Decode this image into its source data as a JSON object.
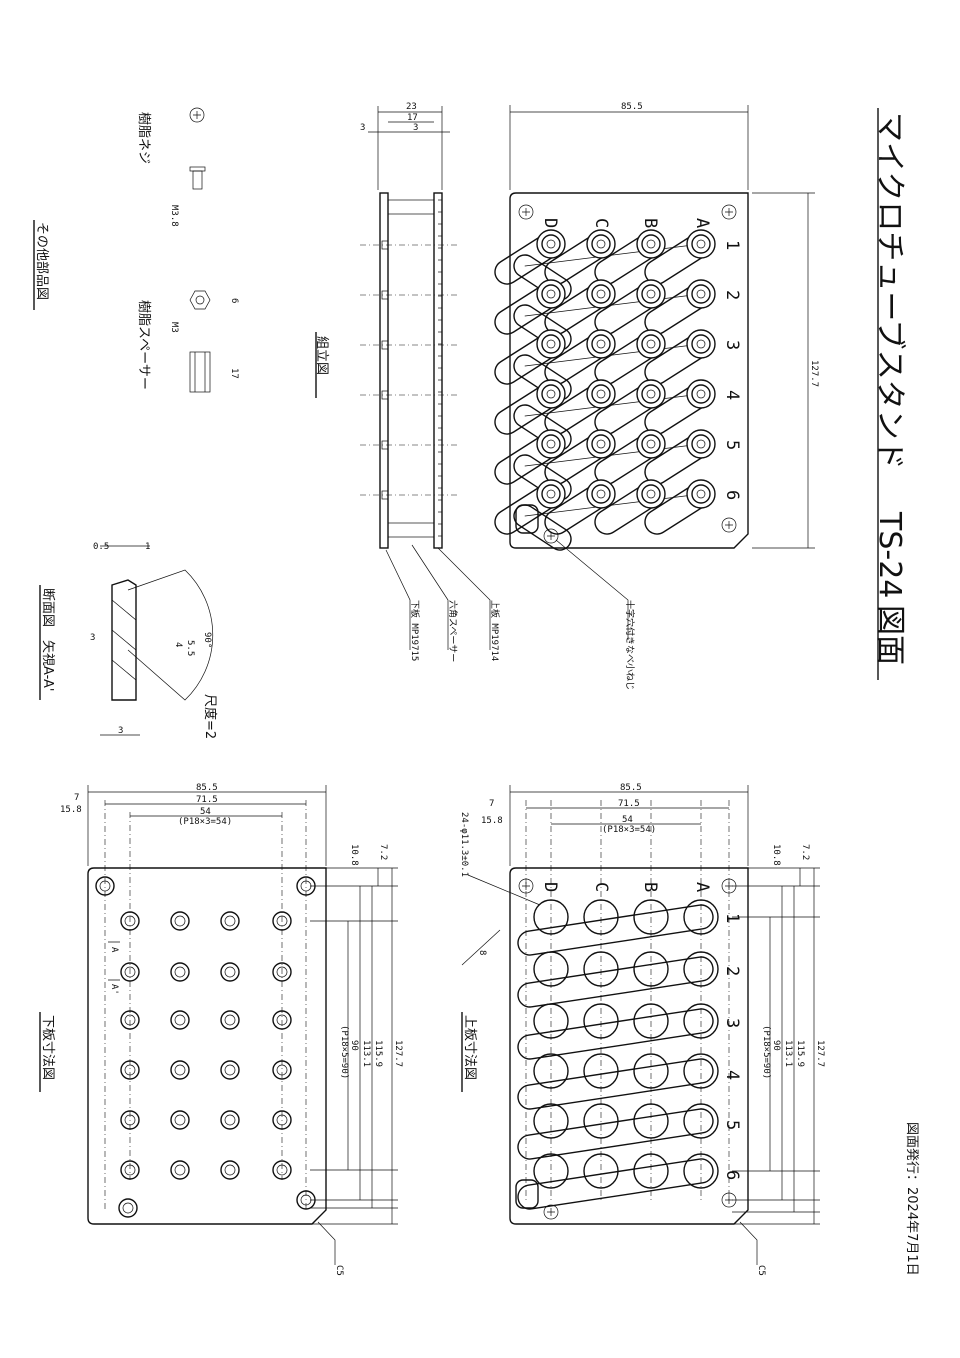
{
  "title": {
    "name": "マイクロチューブスタンド",
    "model": "TS-24",
    "suffix": "図面"
  },
  "issue_date": "図面発行：2024年7月1日",
  "top_plate_view": {
    "columns": [
      "A",
      "B",
      "C",
      "D"
    ],
    "rows": [
      "1",
      "2",
      "3",
      "4",
      "5",
      "6"
    ],
    "width_dim": "85.5",
    "height_dim": "127.7",
    "screw_note": "十字穴付きなべ小ねじ"
  },
  "assembly_view": {
    "label": "組立図",
    "dims": [
      "23",
      "17",
      "3",
      "3"
    ],
    "callouts": [
      "下板 MP19715",
      "六角スペーサー",
      "上板 MP19714"
    ]
  },
  "other_parts": {
    "label": "その他部品図",
    "screw_label": "樹脂ネジ",
    "screw_dim": "M3.8",
    "spacer_label": "樹脂スペーサー",
    "spacer_dims": [
      "6",
      "M3",
      "17"
    ]
  },
  "section_view": {
    "label": "断面図　矢視A-A'",
    "scale": "尺度=2",
    "dims": [
      "0.5",
      "1",
      "3",
      "5.5",
      "4",
      "90°",
      "3"
    ]
  },
  "bottom_plate_dims": {
    "label": "下板寸法図",
    "top_dims": [
      "85.5",
      "71.5",
      "54",
      "(P18×3=54)",
      "7",
      "15.8"
    ],
    "side_dims": [
      "10.8",
      "7.2",
      "90",
      "(P18×5=90)",
      "113.1",
      "115.9",
      "127.7"
    ],
    "corner": "C5",
    "section_marks": [
      "A",
      "A'"
    ]
  },
  "top_plate_dims": {
    "label": "上板寸法図",
    "columns": [
      "A",
      "B",
      "C",
      "D"
    ],
    "rows": [
      "1",
      "2",
      "3",
      "4",
      "5",
      "6"
    ],
    "top_dims": [
      "85.5",
      "71.5",
      "54",
      "(P18×3=54)",
      "7",
      "15.8"
    ],
    "hole_note": "24-φ11.3±0.1",
    "side_dims": [
      "10.8",
      "7.2",
      "90",
      "(P18×5=90)",
      "113.1",
      "115.9",
      "127.7"
    ],
    "slot_dim": "8",
    "corner": "C5"
  }
}
